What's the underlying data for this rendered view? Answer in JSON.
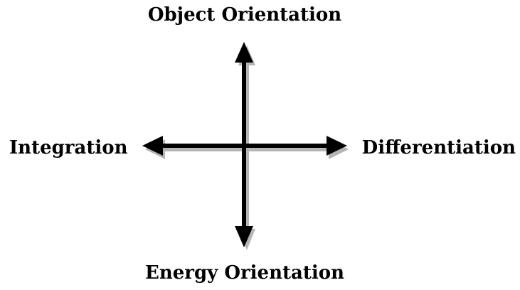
{
  "diagram": {
    "top_label": "Object Orientation",
    "bottom_label": "Energy Orientation",
    "left_label": "Integration",
    "right_label": "Differentiation"
  },
  "colors": {
    "arrow": "#000000",
    "shadow": "#b5b5b5",
    "text": "#000000",
    "background": "#ffffff"
  }
}
